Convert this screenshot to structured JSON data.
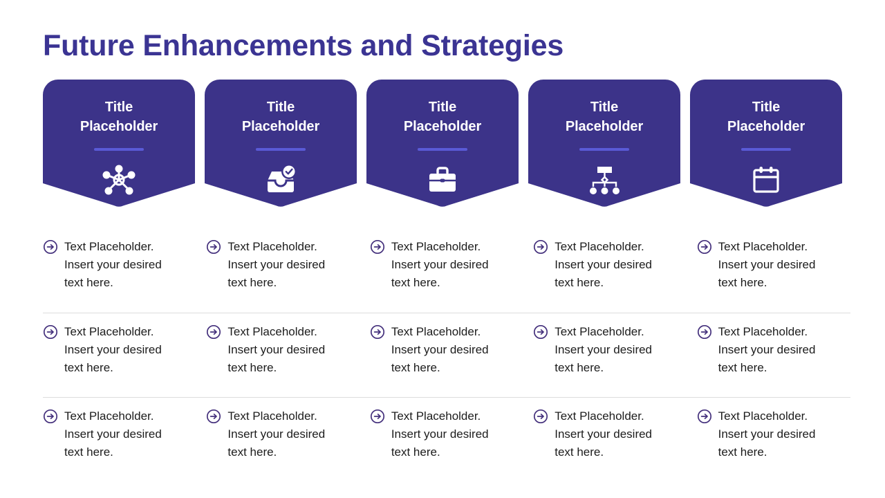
{
  "slide": {
    "title": "Future Enhancements and Strategies",
    "accent_color": "#3b3493",
    "card_color": "#3c3389",
    "rule_color": "#5a5ad6",
    "divider_color": "#dcdcdc",
    "body_text_color": "#1c1c1c"
  },
  "cards": [
    {
      "title": "Title\nPlaceholder",
      "icon": "network-hub-icon"
    },
    {
      "title": "Title\nPlaceholder",
      "icon": "inbox-check-icon"
    },
    {
      "title": "Title\nPlaceholder",
      "icon": "briefcase-icon"
    },
    {
      "title": "Title\nPlaceholder",
      "icon": "org-chart-icon"
    },
    {
      "title": "Title\nPlaceholder",
      "icon": "calendar-icon"
    }
  ],
  "rows": [
    {
      "cells": [
        {
          "text": "Text Placeholder. Insert your desired text here.",
          "icon": "arrow-circle-right-icon"
        },
        {
          "text": "Text Placeholder. Insert your desired text here.",
          "icon": "arrow-circle-right-icon"
        },
        {
          "text": "Text Placeholder. Insert your desired text here.",
          "icon": "arrow-circle-right-icon"
        },
        {
          "text": "Text Placeholder. Insert your desired text here.",
          "icon": "arrow-circle-right-icon"
        },
        {
          "text": "Text Placeholder. Insert your desired text here.",
          "icon": "arrow-circle-right-icon"
        }
      ]
    },
    {
      "cells": [
        {
          "text": "Text Placeholder. Insert your desired text here.",
          "icon": "arrow-circle-right-icon"
        },
        {
          "text": "Text Placeholder. Insert your desired text here.",
          "icon": "arrow-circle-right-icon"
        },
        {
          "text": "Text Placeholder. Insert your desired text here.",
          "icon": "arrow-circle-right-icon"
        },
        {
          "text": "Text Placeholder. Insert your desired text here.",
          "icon": "arrow-circle-right-icon"
        },
        {
          "text": "Text Placeholder. Insert your desired text here.",
          "icon": "arrow-circle-right-icon"
        }
      ]
    },
    {
      "cells": [
        {
          "text": "Text Placeholder. Insert your desired text here.",
          "icon": "arrow-circle-right-icon"
        },
        {
          "text": "Text Placeholder. Insert your desired text here.",
          "icon": "arrow-circle-right-icon"
        },
        {
          "text": "Text Placeholder. Insert your desired text here.",
          "icon": "arrow-circle-right-icon"
        },
        {
          "text": "Text Placeholder. Insert your desired text here.",
          "icon": "arrow-circle-right-icon"
        },
        {
          "text": "Text Placeholder. Insert your desired text here.",
          "icon": "arrow-circle-right-icon"
        }
      ]
    }
  ]
}
